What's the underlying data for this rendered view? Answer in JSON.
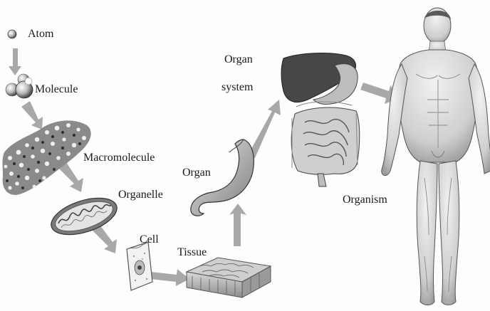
{
  "diagram": {
    "labels": {
      "atom": "Atom",
      "molecule": "Molecule",
      "macromolecule": "Macromolecule",
      "organelle": "Organelle",
      "cell": "Cell",
      "tissue": "Tissue",
      "organ": "Organ",
      "organ_system_line1": "Organ",
      "organ_system_line2": "system",
      "organism": "Organism"
    }
  },
  "colors": {
    "arrow": "#a8a8a8",
    "ink": "#1b1b1b",
    "organ": "#b0b0b0",
    "liver": "#474747",
    "skin": "#d7d7d7"
  }
}
